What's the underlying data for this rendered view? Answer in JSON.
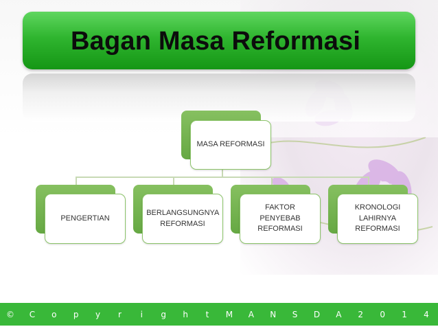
{
  "slide": {
    "title": "Bagan Masa Reformasi"
  },
  "chart": {
    "root": "MASA REFORMASI",
    "children": [
      "PENGERTIAN",
      "BERLANGSUNGNYA REFORMASI",
      "FAKTOR PENYEBAB REFORMASI",
      "KRONOLOGI LAHIRNYA REFORMASI"
    ]
  },
  "footer": {
    "chars": [
      "©",
      "C",
      "o",
      "p",
      "y",
      "r",
      "i",
      "g",
      "h",
      "t",
      "M",
      "A",
      "N",
      "S",
      "D",
      "A",
      "2",
      "0",
      "1",
      "4"
    ]
  },
  "colors": {
    "title_green": "#2fb52f",
    "footer_green": "#39b839",
    "node_green": "#6aaa47"
  }
}
